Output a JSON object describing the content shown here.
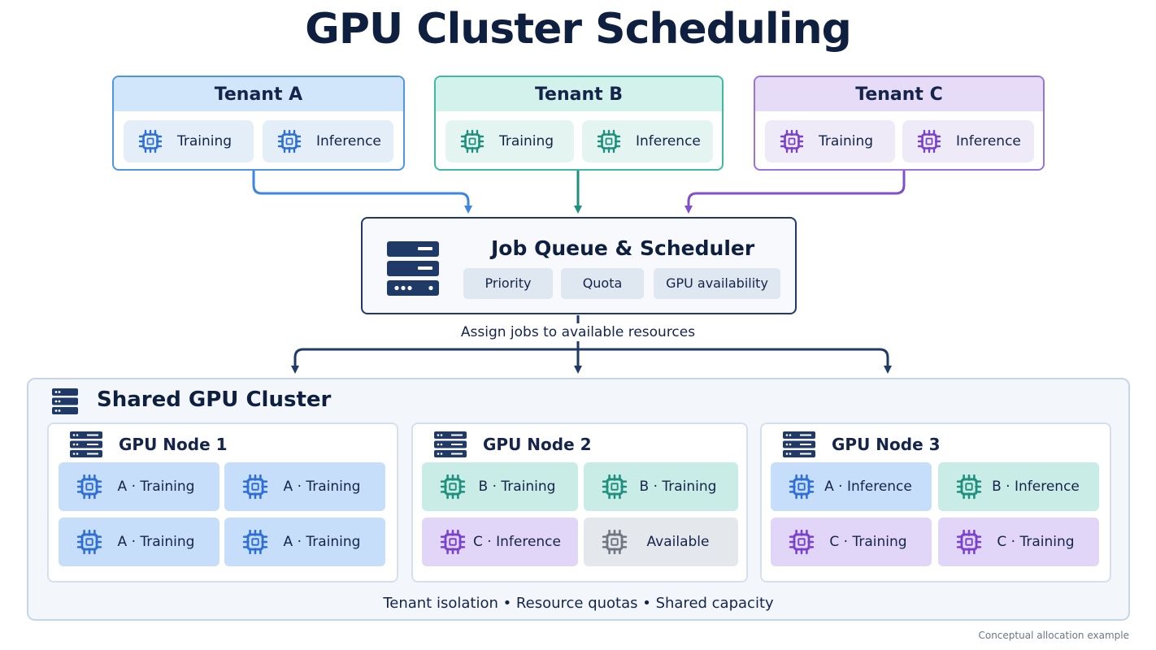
{
  "title": "GPU Cluster Scheduling",
  "colors": {
    "tenant_a": "#2f6fd4",
    "tenant_b": "#1f8f7e",
    "tenant_c": "#7a42c8",
    "navy": "#1f3a66",
    "available": "#6f7682"
  },
  "tenants": [
    {
      "name": "Tenant A",
      "workloads": [
        "Training",
        "Inference"
      ],
      "icon": "chip-icon"
    },
    {
      "name": "Tenant B",
      "workloads": [
        "Training",
        "Inference"
      ],
      "icon": "chip-icon"
    },
    {
      "name": "Tenant C",
      "workloads": [
        "Training",
        "Inference"
      ],
      "icon": "chip-icon"
    }
  ],
  "scheduler": {
    "title": "Job Queue & Scheduler",
    "icon": "server-icon",
    "factors": [
      "Priority",
      "Quota",
      "GPU availability"
    ]
  },
  "assign_label": "Assign jobs to available resources",
  "cluster": {
    "title": "Shared GPU Cluster",
    "icon": "server-icon",
    "nodes": [
      {
        "name": "GPU Node 1",
        "slots": [
          "A · Training",
          "A · Training",
          "A · Training",
          "A · Training"
        ]
      },
      {
        "name": "GPU Node 2",
        "slots": [
          "B · Training",
          "B · Training",
          "C · Inference",
          "Available"
        ]
      },
      {
        "name": "GPU Node 3",
        "slots": [
          "A · Inference",
          "B · Inference",
          "C · Training",
          "C · Training"
        ]
      }
    ],
    "footer": "Tenant isolation  •  Resource quotas  •  Shared capacity"
  },
  "caption": "Conceptual allocation example"
}
